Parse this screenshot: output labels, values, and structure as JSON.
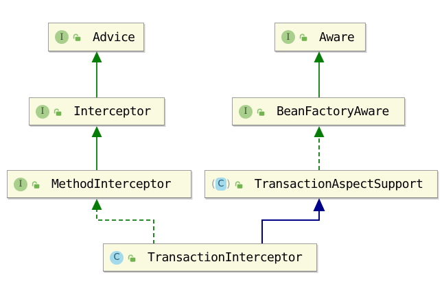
{
  "diagram": {
    "type": "uml-class-inheritance"
  },
  "colors": {
    "node_background": "#FAFAE1",
    "node_border": "#9E9E9E",
    "interface_edge_green": "#067D06",
    "class_extends_navy": "#00008B",
    "interface_icon_fill": "#A9CF8D",
    "class_icon_fill": "#A3DAEC",
    "lock_icon_green": "#74B351"
  },
  "icons": {
    "interface": "interface-icon",
    "class": "class-icon",
    "abstract_class": "abstract-class-icon",
    "visibility": "public-lock-icon",
    "paren_open": "(",
    "paren_close": ")"
  },
  "nodes": [
    {
      "id": "advice",
      "label": "Advice",
      "kind": "interface",
      "icon_letter": "I",
      "visibility": "public"
    },
    {
      "id": "aware",
      "label": "Aware",
      "kind": "interface",
      "icon_letter": "I",
      "visibility": "public"
    },
    {
      "id": "interceptor",
      "label": "Interceptor",
      "kind": "interface",
      "icon_letter": "I",
      "visibility": "public"
    },
    {
      "id": "bean-factory-aware",
      "label": "BeanFactoryAware",
      "kind": "interface",
      "icon_letter": "I",
      "visibility": "public"
    },
    {
      "id": "method-interceptor",
      "label": "MethodInterceptor",
      "kind": "interface",
      "icon_letter": "I",
      "visibility": "public"
    },
    {
      "id": "transaction-aspect-support",
      "label": "TransactionAspectSupport",
      "kind": "abstract-class",
      "icon_letter": "C",
      "visibility": "public"
    },
    {
      "id": "transaction-interceptor",
      "label": "TransactionInterceptor",
      "kind": "class",
      "icon_letter": "C",
      "visibility": "public"
    }
  ],
  "edges": [
    {
      "name": "interceptor-extends-advice",
      "from": "Interceptor",
      "to": "Advice",
      "relation": "extends",
      "line": "solid",
      "color": "#067D06",
      "width": 1.8
    },
    {
      "name": "beanfactoryaware-extends-aware",
      "from": "BeanFactoryAware",
      "to": "Aware",
      "relation": "extends",
      "line": "solid",
      "color": "#067D06",
      "width": 1.8
    },
    {
      "name": "methodinterceptor-extends-interceptor",
      "from": "MethodInterceptor",
      "to": "Interceptor",
      "relation": "extends",
      "line": "solid",
      "color": "#067D06",
      "width": 1.8
    },
    {
      "name": "transactionaspectsupport-implements-beanfactoryaware",
      "from": "TransactionAspectSupport",
      "to": "BeanFactoryAware",
      "relation": "implements",
      "line": "dashed",
      "color": "#067D06",
      "width": 1.8
    },
    {
      "name": "transactioninterceptor-implements-methodinterceptor",
      "from": "TransactionInterceptor",
      "to": "MethodInterceptor",
      "relation": "implements",
      "line": "dashed",
      "color": "#067D06",
      "width": 1.8
    },
    {
      "name": "transactioninterceptor-extends-transactionaspectsupport",
      "from": "TransactionInterceptor",
      "to": "TransactionAspectSupport",
      "relation": "extends",
      "line": "solid",
      "color": "#00008B",
      "width": 2
    }
  ]
}
